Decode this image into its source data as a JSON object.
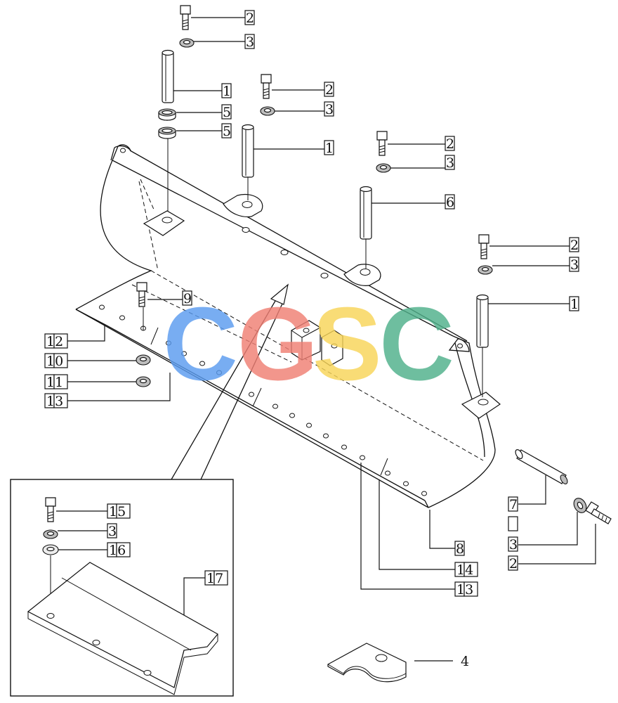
{
  "watermark": {
    "letters": [
      {
        "char": "C",
        "color": "#5b9cf0"
      },
      {
        "char": "G",
        "color": "#f07f74"
      },
      {
        "char": "S",
        "color": "#f8d558"
      },
      {
        "char": "C",
        "color": "#4fb08a"
      }
    ]
  },
  "callouts": {
    "c1": "2",
    "c2": "3",
    "c3": "1",
    "c4": "5",
    "c5": "5",
    "c6": "2",
    "c7": "3",
    "c8": "1",
    "c9": "2",
    "c10": "3",
    "c11": "6",
    "c12": "2",
    "c13": "3",
    "c14": "1",
    "c15": "9",
    "c16": "12",
    "c17": "10",
    "c18": "11",
    "c19": "13",
    "c20": "7",
    "c21": "",
    "c22": "3",
    "c23": "2",
    "c24": "8",
    "c25": "14",
    "c26": "13",
    "c27": "4",
    "c28": "15",
    "c29": "3",
    "c30": "16",
    "c31": "17"
  }
}
